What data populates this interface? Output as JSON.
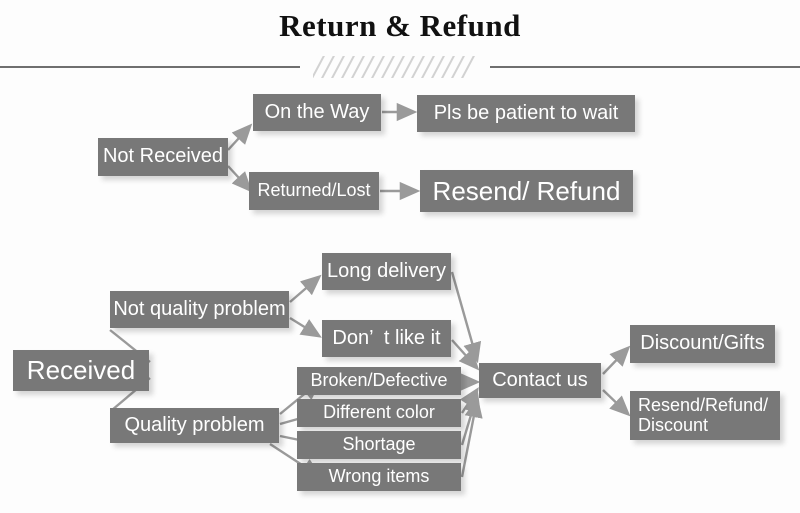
{
  "header": {
    "title": "Return & Refund",
    "divider_icon": "diagonal-hatch-divider"
  },
  "colors": {
    "background": "#fdfdfd",
    "node_fill": "#787878",
    "node_text": "#ffffff",
    "arrow": "#9a9a9a",
    "rule": "#6f6f6f",
    "hatch": "#d2d2d2",
    "title_text": "#111111"
  },
  "flow": {
    "not_received_branch": {
      "root": "Not Received",
      "states": [
        {
          "label": "On the Way",
          "outcome": "Pls be patient to wait"
        },
        {
          "label": "Returned/Lost",
          "outcome": "Resend/ Refund"
        }
      ]
    },
    "received_branch": {
      "root": "Received",
      "categories": [
        {
          "label": "Not quality problem",
          "reasons": [
            "Long delivery",
            "Don’  t like it"
          ]
        },
        {
          "label": "Quality problem",
          "reasons": [
            "Broken/Defective",
            "Different color",
            "Shortage",
            "Wrong items"
          ]
        }
      ],
      "action": "Contact us",
      "resolutions": [
        "Discount/Gifts",
        "Resend/Refund/\nDiscount"
      ]
    }
  }
}
